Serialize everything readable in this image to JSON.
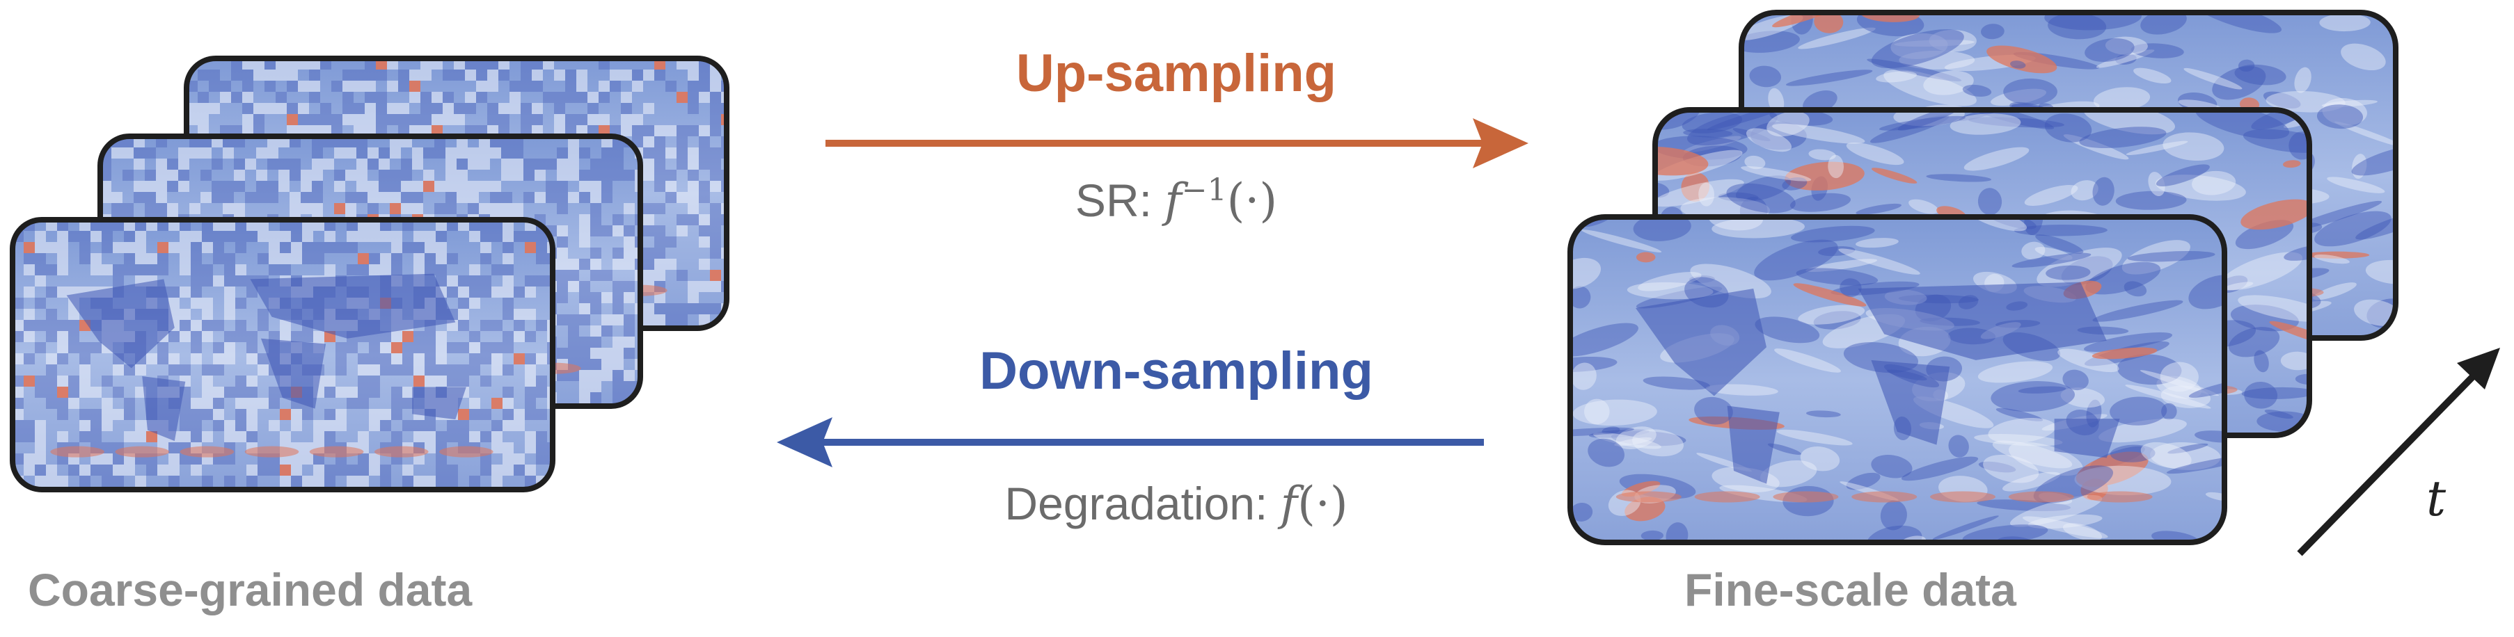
{
  "upsampling": {
    "title": "Up-sampling",
    "formula_prefix": "SR: ",
    "formula_func": "f",
    "formula_sup": "−1",
    "formula_arg": "(·)",
    "color": "#c8663a"
  },
  "downsampling": {
    "title": "Down-sampling",
    "formula_prefix": "Degradation: ",
    "formula_func": "f",
    "formula_arg": "(·)",
    "color": "#3c5aa6"
  },
  "coarse": {
    "caption": "Coarse-grained data"
  },
  "fine": {
    "caption": "Fine-scale data"
  },
  "time_axis": {
    "label": "t"
  },
  "colors": {
    "frame_border": "#1e1e1e",
    "map_base": "#8da7dc",
    "land": "#3e56b5",
    "hot": "#e0755a",
    "light": "#eef2fb"
  }
}
